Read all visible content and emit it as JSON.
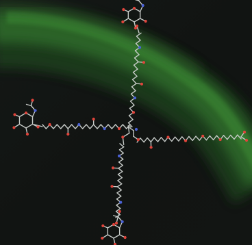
{
  "scene": {
    "description_text": "",
    "colors": {
      "background": "#121513",
      "beam_outer": "#1f3d1d",
      "beam_mid": "#2f6a2a",
      "beam_core": "#3e8c36",
      "bond": "#c7cbc8",
      "oxygen": "#e0443b",
      "nitrogen": "#4b62d6",
      "carbon_node": "#8e938f"
    },
    "molecule": {
      "core_atom": "carbon-node",
      "arms": [
        {
          "name": "top-arm",
          "end_group": "sugar-ring"
        },
        {
          "name": "left-arm",
          "end_group": "sugar-ring"
        },
        {
          "name": "bottom-arm",
          "end_group": "sugar-ring"
        },
        {
          "name": "right-arm",
          "end_group": "carboxylic-acid"
        }
      ]
    }
  }
}
